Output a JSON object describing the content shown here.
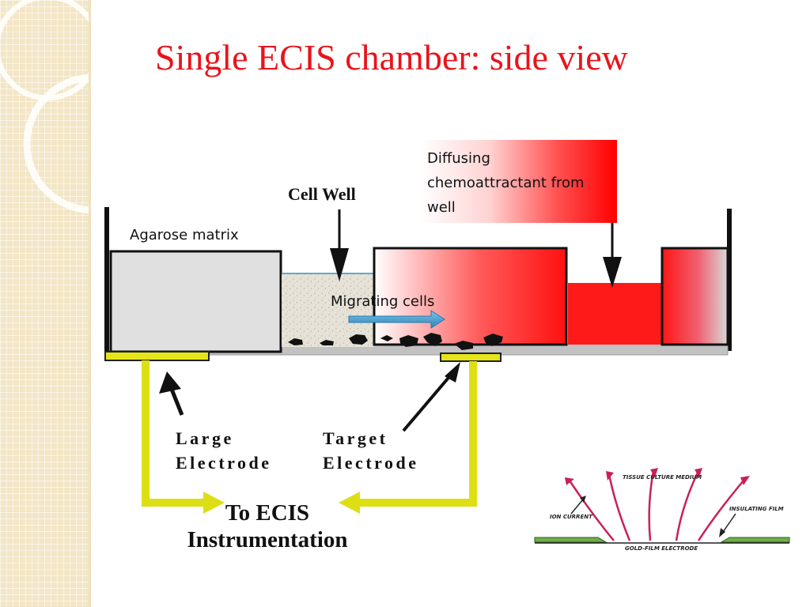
{
  "slide": {
    "title": "Single ECIS chamber: side view"
  },
  "diagram": {
    "cell_well_label": "Cell Well",
    "agarose_label": "Agarose matrix",
    "callout_text": "Diffusing chemoattractant from well",
    "migrating_label": "Migrating cells",
    "large_electrode_label": "Large Electrode",
    "target_electrode_label": "Target Electrode",
    "instrumentation_label": "To ECIS Instrumentation"
  },
  "inset": {
    "top_label": "TISSUE CULTURE MEDIUM",
    "ion_current_label": "ION CURRENT",
    "insulating_film_label": "INSULATING FILM",
    "electrode_label": "GOLD-FILM ELECTRODE"
  },
  "colors": {
    "title": "#e8141c",
    "chemoattractant": "#ff1a1a",
    "agarose": "#e0e0e0",
    "electrode": "#e5e51a",
    "wire": "#dede14",
    "migrating_arrow": "#4a9fd0",
    "inset_field_lines": "#c8205a",
    "inset_film": "#6fae4a"
  }
}
